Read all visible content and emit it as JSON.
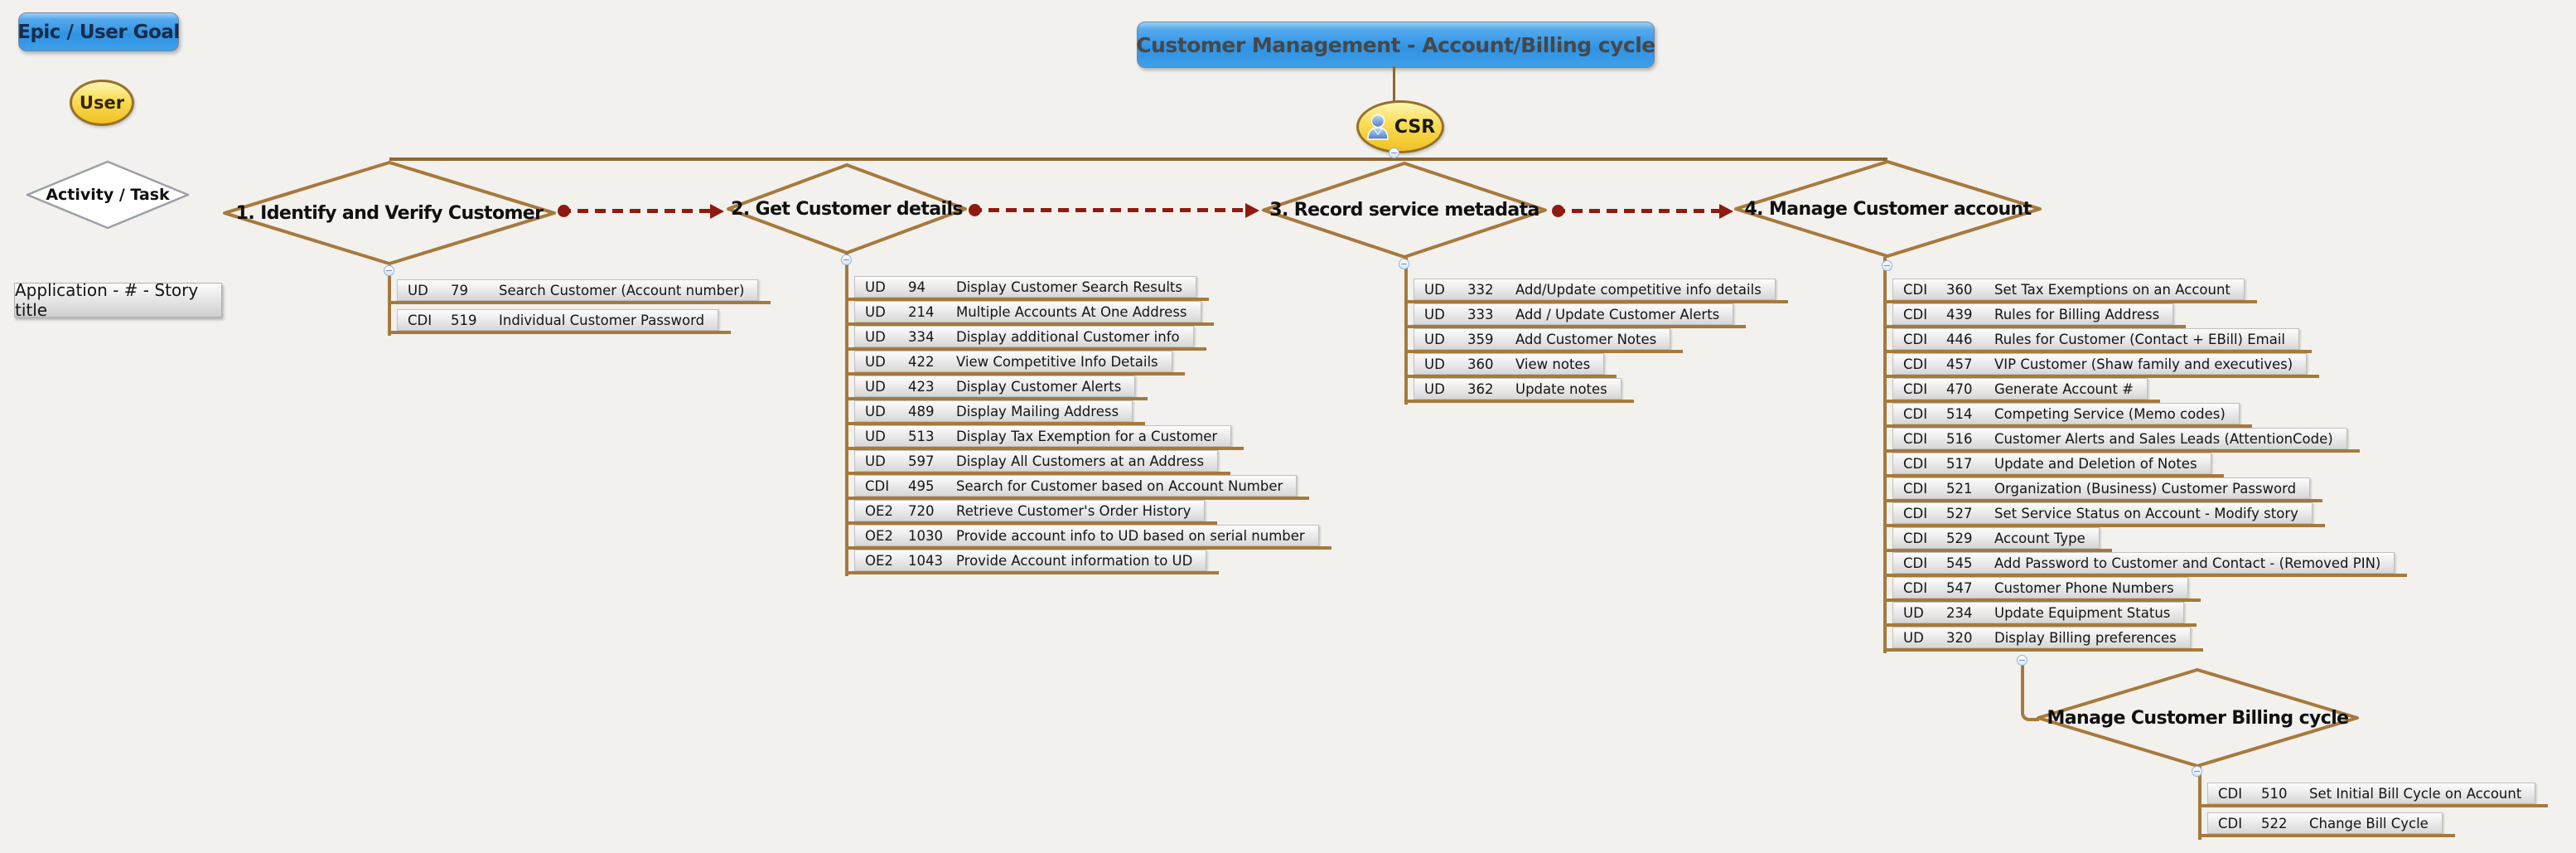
{
  "legend": {
    "epic_label": "Epic / User Goal",
    "user_label": "User",
    "activity_label": "Activity / Task",
    "story_label": "Application - # - Story title"
  },
  "epic": {
    "title": "Customer Management - Account/Billing cycle"
  },
  "actor": {
    "name": "CSR"
  },
  "icons": {
    "collapse": "−",
    "person": "person-silhouette"
  },
  "colors": {
    "background": "#f2f1ee",
    "branch_brown": "#a6793c",
    "backbone_brown": "#8f6630",
    "dependency_red": "#8e1a10",
    "epic_blue_top": "#9dd0f6",
    "epic_blue_bottom": "#2f93e3",
    "actor_yellow_top": "#fdf6b0",
    "actor_yellow_bottom": "#f0c122",
    "card_top": "#fdfdfd",
    "card_bottom": "#d7d7d7"
  },
  "activities": [
    {
      "label": "1. Identify and Verify Customer",
      "stories": [
        {
          "app": "UD",
          "id": "79",
          "title": "Search Customer (Account number)"
        },
        {
          "app": "CDI",
          "id": "519",
          "title": "Individual Customer Password"
        }
      ]
    },
    {
      "label": "2. Get Customer details",
      "stories": [
        {
          "app": "UD",
          "id": "94",
          "title": "Display Customer Search Results"
        },
        {
          "app": "UD",
          "id": "214",
          "title": "Multiple Accounts At One Address"
        },
        {
          "app": "UD",
          "id": "334",
          "title": "Display additional Customer info"
        },
        {
          "app": "UD",
          "id": "422",
          "title": "View Competitive Info Details"
        },
        {
          "app": "UD",
          "id": "423",
          "title": "Display Customer Alerts"
        },
        {
          "app": "UD",
          "id": "489",
          "title": "Display Mailing Address"
        },
        {
          "app": "UD",
          "id": "513",
          "title": "Display Tax Exemption for a Customer"
        },
        {
          "app": "UD",
          "id": "597",
          "title": "Display All Customers at an Address"
        },
        {
          "app": "CDI",
          "id": "495",
          "title": "Search for Customer based on Account Number"
        },
        {
          "app": "OE2",
          "id": "720",
          "title": "Retrieve Customer's Order History"
        },
        {
          "app": "OE2",
          "id": "1030",
          "title": "Provide account info to UD based on serial number"
        },
        {
          "app": "OE2",
          "id": "1043",
          "title": "Provide Account information to UD"
        }
      ]
    },
    {
      "label": "3. Record service metadata",
      "stories": [
        {
          "app": "UD",
          "id": "332",
          "title": "Add/Update competitive info details"
        },
        {
          "app": "UD",
          "id": "333",
          "title": "Add / Update Customer Alerts"
        },
        {
          "app": "UD",
          "id": "359",
          "title": "Add Customer Notes"
        },
        {
          "app": "UD",
          "id": "360",
          "title": "View notes"
        },
        {
          "app": "UD",
          "id": "362",
          "title": "Update notes"
        }
      ]
    },
    {
      "label": "4. Manage Customer account",
      "stories": [
        {
          "app": "CDI",
          "id": "360",
          "title": "Set Tax Exemptions on an Account"
        },
        {
          "app": "CDI",
          "id": "439",
          "title": "Rules for Billing Address"
        },
        {
          "app": "CDI",
          "id": "446",
          "title": "Rules for Customer (Contact + EBill) Email"
        },
        {
          "app": "CDI",
          "id": "457",
          "title": "VIP Customer (Shaw family and executives)"
        },
        {
          "app": "CDI",
          "id": "470",
          "title": "Generate Account #"
        },
        {
          "app": "CDI",
          "id": "514",
          "title": "Competing Service (Memo codes)"
        },
        {
          "app": "CDI",
          "id": "516",
          "title": "Customer Alerts and Sales Leads (AttentionCode)"
        },
        {
          "app": "CDI",
          "id": "517",
          "title": "Update and Deletion of Notes"
        },
        {
          "app": "CDI",
          "id": "521",
          "title": "Organization (Business) Customer Password"
        },
        {
          "app": "CDI",
          "id": "527",
          "title": "Set Service Status on Account - Modify story"
        },
        {
          "app": "CDI",
          "id": "529",
          "title": "Account Type"
        },
        {
          "app": "CDI",
          "id": "545",
          "title": "Add Password to Customer and Contact - (Removed PIN)"
        },
        {
          "app": "CDI",
          "id": "547",
          "title": "Customer Phone Numbers"
        },
        {
          "app": "UD",
          "id": "234",
          "title": "Update Equipment Status"
        },
        {
          "app": "UD",
          "id": "320",
          "title": "Display Billing preferences"
        }
      ],
      "sub_activity": {
        "label": "Manage Customer Billing cycle",
        "stories": [
          {
            "app": "CDI",
            "id": "510",
            "title": "Set Initial Bill Cycle on Account"
          },
          {
            "app": "CDI",
            "id": "522",
            "title": "Change Bill Cycle"
          }
        ]
      }
    }
  ]
}
